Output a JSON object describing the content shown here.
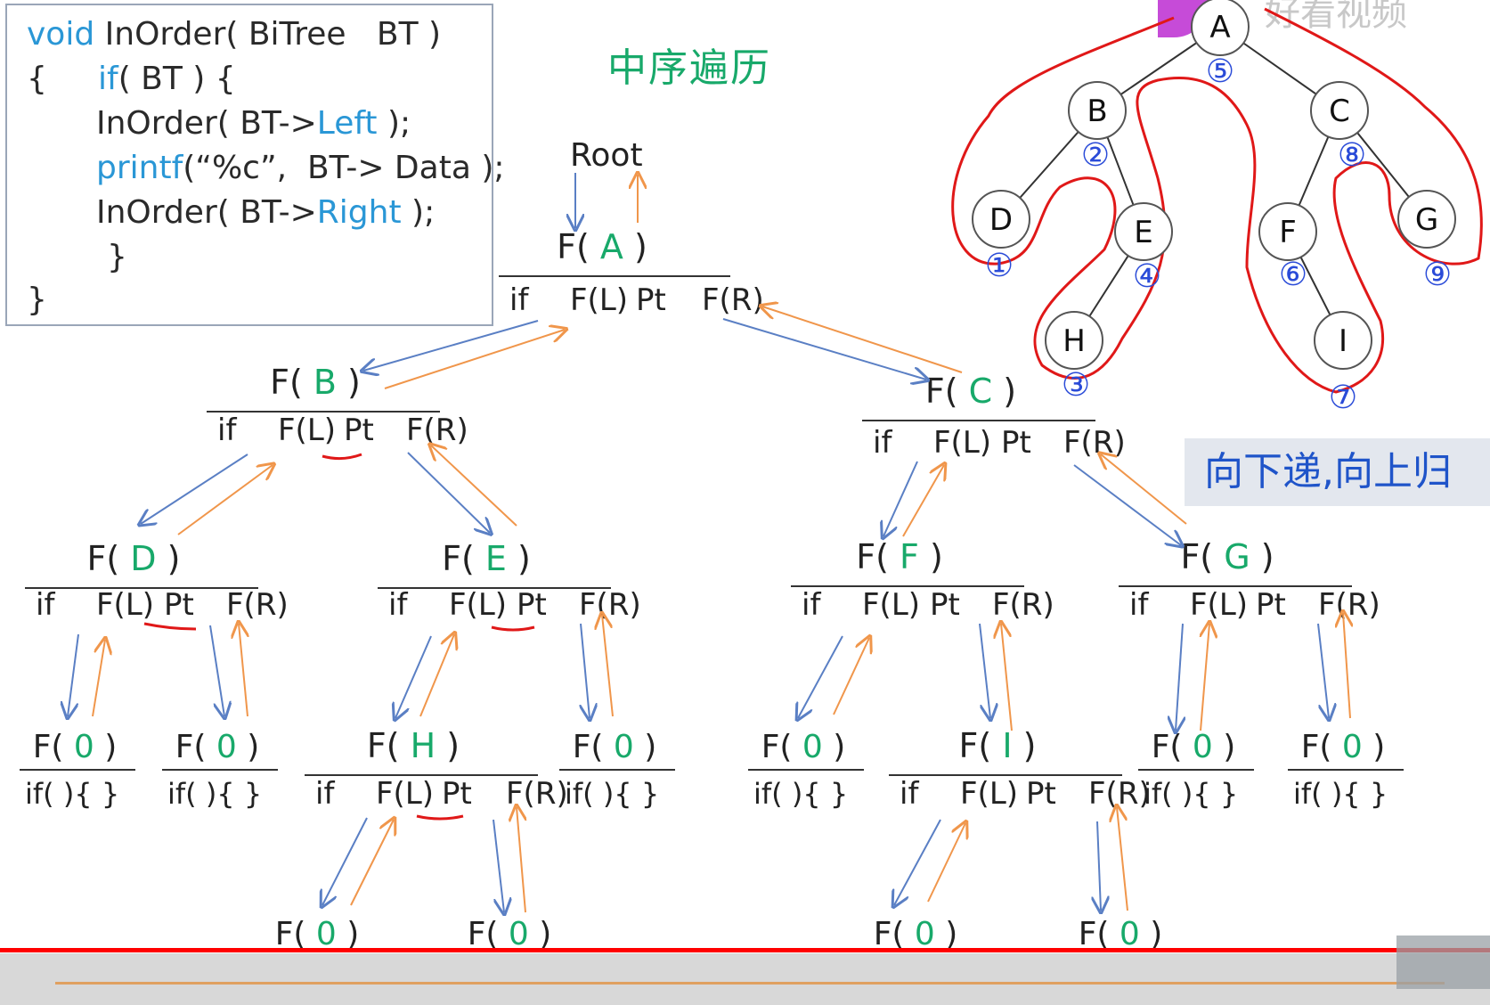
{
  "code": {
    "lines": [
      {
        "kw": "void",
        "rest": " InOrder( BiTree   BT )"
      },
      {
        "kw": "",
        "rest": "{       "
      },
      {
        "kw": "if",
        "rest": "( BT ) {"
      },
      {
        "kw": "",
        "rest": "InOrder( BT->",
        "kw2": "Left",
        "rest2": " );"
      },
      {
        "kw": "printf",
        "rest": "(“%c”,  BT-> Data );"
      },
      {
        "kw": "",
        "rest": "InOrder( BT->",
        "kw2": "Right",
        "rest2": " );"
      },
      {
        "kw": "",
        "rest": "}"
      },
      {
        "kw": "",
        "rest": "}"
      }
    ]
  },
  "title": "中序遍历",
  "slogan": "向下递,向上归",
  "root_label": "Root",
  "watermark": "好看视频",
  "colors": {
    "green": "#18a96a",
    "blue_arrow": "#5a7fc4",
    "orange_arrow": "#f0964b",
    "red_mark": "#e01818",
    "code_kw": "#2a97d6",
    "slogan": "#1f54c9"
  },
  "frames": [
    {
      "fn": "F(",
      "arg": "A",
      "close": ")",
      "row": [
        "if",
        "F(L)",
        "Pt",
        "F(R)"
      ]
    },
    {
      "fn": "F(",
      "arg": "B",
      "close": ")",
      "row": [
        "if",
        "F(L)",
        "Pt",
        "F(R)"
      ]
    },
    {
      "fn": "F(",
      "arg": "C",
      "close": ")",
      "row": [
        "if",
        "F(L)",
        "Pt",
        "F(R)"
      ]
    },
    {
      "fn": "F(",
      "arg": "D",
      "close": ")",
      "row": [
        "if",
        "F(L)",
        "Pt",
        "F(R)"
      ]
    },
    {
      "fn": "F(",
      "arg": "E",
      "close": ")",
      "row": [
        "if",
        "F(L)",
        "Pt",
        "F(R)"
      ]
    },
    {
      "fn": "F(",
      "arg": "F",
      "close": ")",
      "row": [
        "if",
        "F(L)",
        "Pt",
        "F(R)"
      ]
    },
    {
      "fn": "F(",
      "arg": "G",
      "close": ")",
      "row": [
        "if",
        "F(L)",
        "Pt",
        "F(R)"
      ]
    },
    {
      "fn": "F(",
      "arg": "H",
      "close": ")",
      "row": [
        "if",
        "F(L)",
        "Pt",
        "F(R)"
      ]
    },
    {
      "fn": "F(",
      "arg": "I",
      "close": ")",
      "row": [
        "if",
        "F(L)",
        "Pt",
        "F(R)"
      ]
    }
  ],
  "null_frame": {
    "fn": "F(",
    "arg": "0",
    "close": ")",
    "row": "if( ){    }"
  },
  "tree": {
    "nodes": [
      "A",
      "B",
      "C",
      "D",
      "E",
      "F",
      "G",
      "H",
      "I"
    ],
    "order_marks": [
      "①",
      "②",
      "③",
      "④",
      "⑤",
      "⑥",
      "⑦",
      "⑧",
      "⑨"
    ]
  }
}
